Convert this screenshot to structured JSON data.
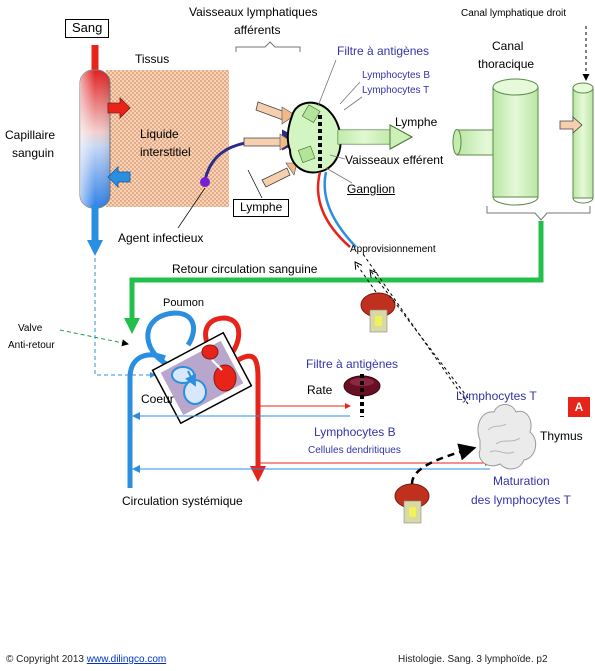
{
  "labels": {
    "sang": "Sang",
    "tissus": "Tissus",
    "capillaire": [
      "Capillaire",
      "sanguin"
    ],
    "liquide": [
      "Liquide",
      "interstitiel"
    ],
    "agent": "Agent infectieux",
    "lymphe_box": "Lymphe",
    "vaisseaux_afferents": [
      "Vaisseaux lymphatiques",
      "afférents"
    ],
    "filtre_ganglion": "Filtre à antigènes",
    "lympho_b": "Lymphocytes B",
    "lympho_t": "Lymphocytes T",
    "lymphe_efferent": "Lymphe",
    "vaisseaux_efferent": "Vaisseaux efférent",
    "ganglion": "Ganglion",
    "canal_thoracique": [
      "Canal",
      "thoracique"
    ],
    "canal_droit": "Canal lymphatique droit",
    "approvisionnement": "Approvisionnement",
    "retour": "Retour circulation sanguine",
    "valve": [
      "Valve",
      "Anti-retour"
    ],
    "poumon": "Poumon",
    "coeur": "Coeur",
    "rate": "Rate",
    "filtre_rate": "Filtre à antigènes",
    "lymphocytes_t_rate": "Lymphocytes T",
    "lymphocytes_b_rate": "Lymphocytes B",
    "cellules_dendritiques": "Cellules dendritiques",
    "thymus": "Thymus",
    "maturation": [
      "Maturation",
      "des lymphocytes T"
    ],
    "circulation": "Circulation systémique",
    "badge": "A"
  },
  "footer": {
    "copyright": "© Copyright 2013",
    "link": "www.dilingco.com",
    "right": "Histologie. Sang. 3 lymphoïde.   p2"
  },
  "colors": {
    "red": "#e8231a",
    "blue": "#2b8fe0",
    "green": "#22c04a",
    "navy": "#2a2a8a",
    "tissue": "#f7c9a6",
    "lymph_green": "#d6f5c3",
    "badge": "#e8231a"
  }
}
